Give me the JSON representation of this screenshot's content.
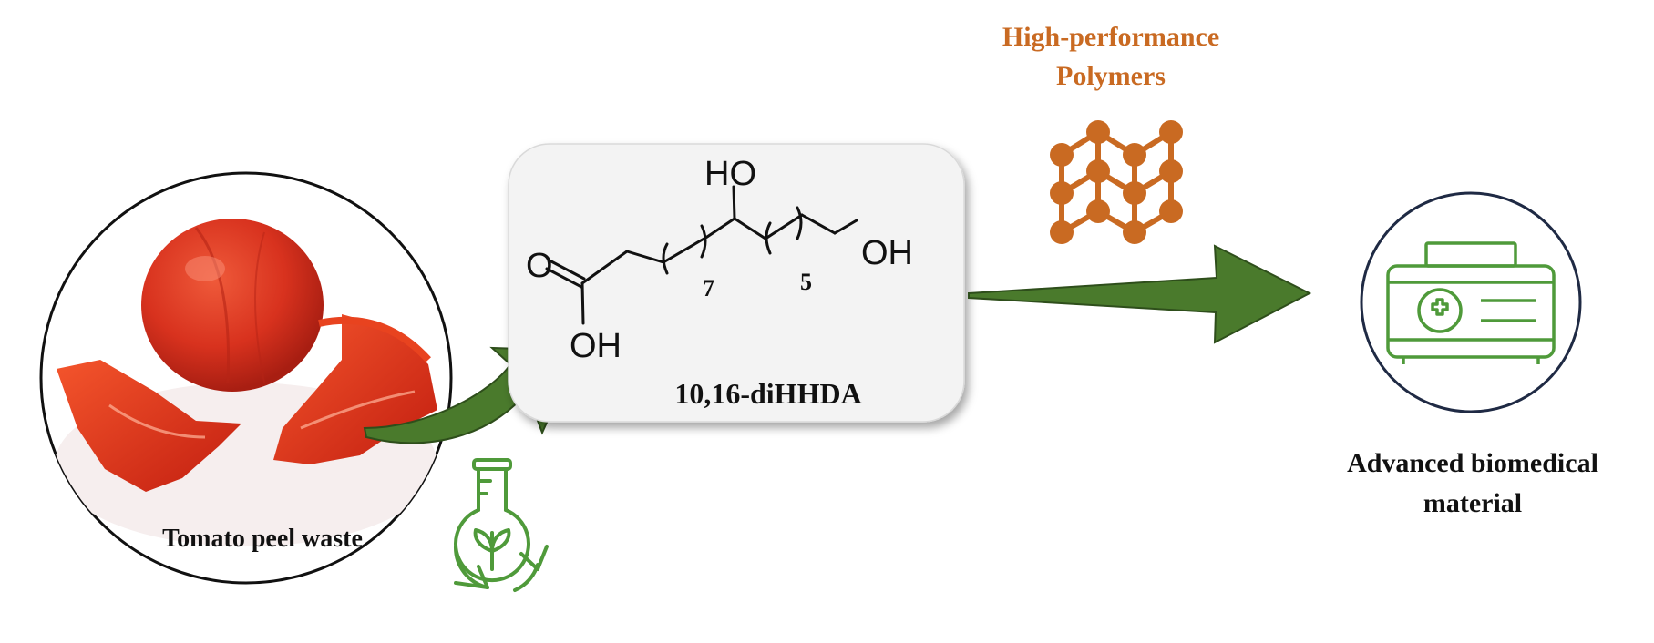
{
  "left": {
    "caption": "Tomato peel waste"
  },
  "molecule": {
    "name": "10,16-diHHDA",
    "groups": {
      "ho_top": "HO",
      "oh_right": "OH",
      "oh_bottom": "OH",
      "o_left": "O",
      "repeat_a": "7",
      "repeat_b": "5"
    }
  },
  "polymers": {
    "line1": "High-performance",
    "line2": "Polymers"
  },
  "biomedical": {
    "line1": "Advanced biomedical",
    "line2": "material"
  },
  "colors": {
    "arrow": "#4a7a2c",
    "polymer": "#c96a22",
    "green_icon": "#4f9a3a",
    "circle_stroke": "#1f2a44",
    "box_fill": "#f3f3f3"
  },
  "icons": {
    "flask": "green-chemistry-flask-icon",
    "network": "polymer-network-icon",
    "medkit": "medical-kit-icon"
  }
}
